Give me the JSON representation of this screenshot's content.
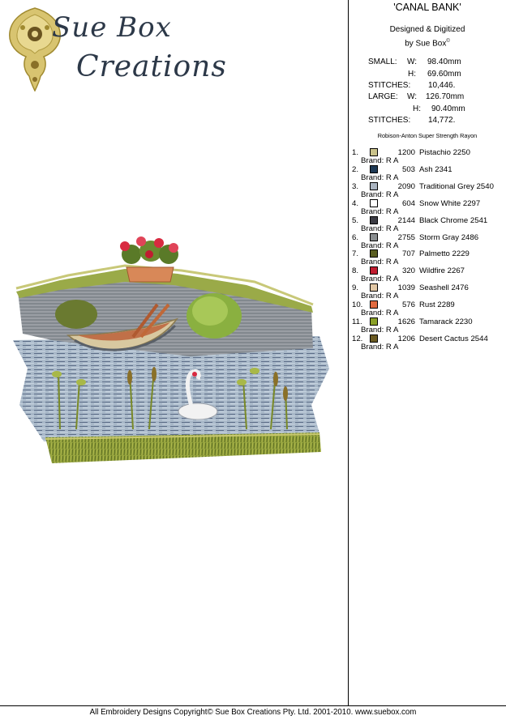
{
  "logo": {
    "line1": "Sue Box",
    "line2": "Creations"
  },
  "design": {
    "title": "'CANAL BANK'",
    "designed_line1": "Designed & Digitized",
    "designed_line2": "by Sue Box",
    "designed_mark": "©"
  },
  "specs": {
    "small_label": "SMALL:",
    "w_label": "W:",
    "small_w": "98.40mm",
    "h_label": "H:",
    "small_h": "69.60mm",
    "stitches_label": "STITCHES:",
    "small_stitches": "10,446.",
    "large_label": "LARGE:",
    "large_w": "126.70mm",
    "large_h": "90.40mm",
    "large_stitches": "14,772."
  },
  "thread_brand": "Robison-Anton Super Strength Rayon",
  "colors": [
    {
      "num": "1.",
      "code": "1200",
      "name": "Pistachio 2250",
      "brand": "Brand: R A",
      "hex": "#c9c28a"
    },
    {
      "num": "2.",
      "code": "503",
      "name": "Ash 2341",
      "brand": "Brand: R A",
      "hex": "#1e3a55"
    },
    {
      "num": "3.",
      "code": "2090",
      "name": "Traditional Grey 2540",
      "brand": "Brand: R A",
      "hex": "#aab4c0"
    },
    {
      "num": "4.",
      "code": "604",
      "name": "Snow White 2297",
      "brand": "Brand: R A",
      "hex": "#ffffff"
    },
    {
      "num": "5.",
      "code": "2144",
      "name": "Black Chrome 2541",
      "brand": "Brand: R A",
      "hex": "#3c3c44"
    },
    {
      "num": "6.",
      "code": "2755",
      "name": "Storm Gray 2486",
      "brand": "Brand: R A",
      "hex": "#8a8e90"
    },
    {
      "num": "7.",
      "code": "707",
      "name": "Palmetto 2229",
      "brand": "Brand: R A",
      "hex": "#5a5e22"
    },
    {
      "num": "8.",
      "code": "320",
      "name": "Wildfire 2267",
      "brand": "Brand: R A",
      "hex": "#c01c30"
    },
    {
      "num": "9.",
      "code": "1039",
      "name": "Seashell 2476",
      "brand": "Brand: R A",
      "hex": "#e2c8a6"
    },
    {
      "num": "10.",
      "code": "576",
      "name": "Rust 2289",
      "brand": "Brand: R A",
      "hex": "#e06a40"
    },
    {
      "num": "11.",
      "code": "1626",
      "name": "Tamarack 2230",
      "brand": "Brand: R A",
      "hex": "#8aa028"
    },
    {
      "num": "12.",
      "code": "1206",
      "name": "Desert Cactus 2544",
      "brand": "Brand: R A",
      "hex": "#6a5a22"
    }
  ],
  "footer": "All Embroidery Designs Copyright© Sue Box Creations Pty. Ltd. 2001-2010. www.suebox.com"
}
